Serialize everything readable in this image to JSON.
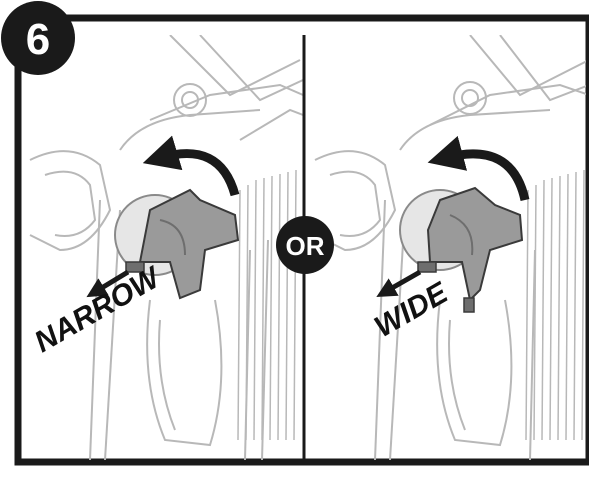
{
  "step": {
    "number": "6"
  },
  "separator": {
    "text": "OR"
  },
  "panels": [
    {
      "label": "NARROW"
    },
    {
      "label": "WIDE"
    }
  ],
  "colors": {
    "ink": "#1a1a1a",
    "line": "#b8b8b8",
    "part_fill": "#9a9a9a",
    "part_dark": "#6e6e6e",
    "background": "#ffffff"
  },
  "icons": [
    "rotate-arrow-icon",
    "direction-arrow-icon",
    "fan-adjuster-knob-icon"
  ]
}
